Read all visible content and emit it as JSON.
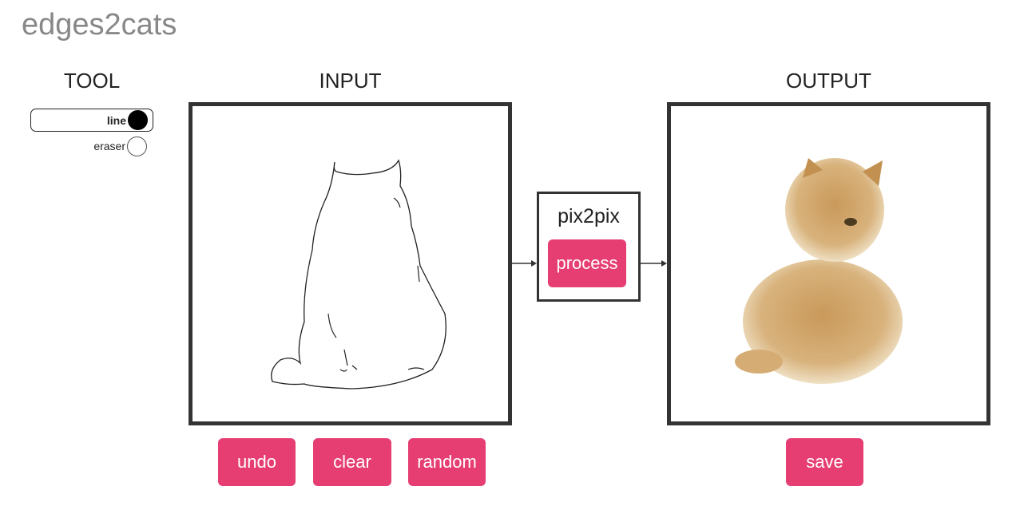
{
  "app_title": "edges2cats",
  "tool": {
    "heading": "TOOL",
    "options": [
      {
        "label": "line",
        "selected": true
      },
      {
        "label": "eraser",
        "selected": false
      }
    ]
  },
  "input": {
    "heading": "INPUT",
    "buttons": {
      "undo": "undo",
      "clear": "clear",
      "random": "random"
    }
  },
  "model": {
    "name": "pix2pix",
    "process_label": "process"
  },
  "output": {
    "heading": "OUTPUT",
    "save_label": "save"
  },
  "colors": {
    "accent": "#e63e73",
    "frame": "#333333",
    "title": "#888888"
  }
}
